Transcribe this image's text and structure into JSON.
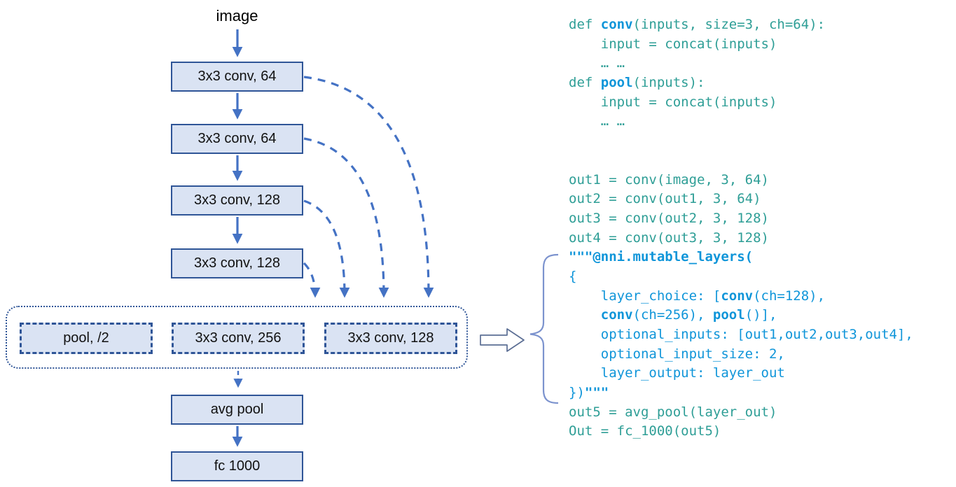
{
  "colors": {
    "box_fill": "#dae3f3",
    "box_border": "#2f5597",
    "arrow_blue": "#4472c4",
    "code_teal": "#2e9e96",
    "code_blue": "#0f95d9",
    "brace": "#7c93ce",
    "block_arrow_outline": "#5b6e94",
    "text_black": "#1a1a1a"
  },
  "diagram": {
    "input_label": "image",
    "conv_blocks": [
      "3x3 conv, 64",
      "3x3 conv, 64",
      "3x3 conv, 128",
      "3x3 conv, 128"
    ],
    "mutable_layer_choices": [
      "pool, /2",
      "3x3 conv, 256",
      "3x3 conv, 128"
    ],
    "tail_blocks": [
      "avg pool",
      "fc 1000"
    ]
  },
  "code": {
    "lines": [
      [
        {
          "t": "def ",
          "c": "teal"
        },
        {
          "t": "conv",
          "c": "blue",
          "b": true
        },
        {
          "t": "(inputs, size=3, ch=64):",
          "c": "teal"
        }
      ],
      [
        {
          "t": "    input = concat(inputs)",
          "c": "teal"
        }
      ],
      [
        {
          "t": "    … …",
          "c": "teal"
        }
      ],
      [
        {
          "t": "def ",
          "c": "teal"
        },
        {
          "t": "pool",
          "c": "blue",
          "b": true
        },
        {
          "t": "(inputs):",
          "c": "teal"
        }
      ],
      [
        {
          "t": "    input = concat(inputs)",
          "c": "teal"
        }
      ],
      [
        {
          "t": "    … …",
          "c": "teal"
        }
      ],
      [],
      [],
      [
        {
          "t": "out1 = conv(image, 3, 64)",
          "c": "teal"
        }
      ],
      [
        {
          "t": "out2 = conv(out1, 3, 64)",
          "c": "teal"
        }
      ],
      [
        {
          "t": "out3 = conv(out2, 3, 128)",
          "c": "teal"
        }
      ],
      [
        {
          "t": "out4 = conv(out3, 3, 128)",
          "c": "teal"
        }
      ],
      [
        {
          "t": "\"\"\"@nni.mutable_layers(",
          "c": "blue",
          "b": true
        }
      ],
      [
        {
          "t": "{",
          "c": "blue"
        }
      ],
      [
        {
          "t": "    layer_choice: [",
          "c": "blue"
        },
        {
          "t": "conv",
          "c": "blue",
          "b": true
        },
        {
          "t": "(ch=128),",
          "c": "blue"
        }
      ],
      [
        {
          "t": "    ",
          "c": "blue"
        },
        {
          "t": "conv",
          "c": "blue",
          "b": true
        },
        {
          "t": "(ch=256), ",
          "c": "blue"
        },
        {
          "t": "pool",
          "c": "blue",
          "b": true
        },
        {
          "t": "()],",
          "c": "blue"
        }
      ],
      [
        {
          "t": "    optional_inputs: [out1,out2,out3,out4],",
          "c": "blue"
        }
      ],
      [
        {
          "t": "    optional_input_size: 2,",
          "c": "blue"
        }
      ],
      [
        {
          "t": "    layer_output: layer_out",
          "c": "blue"
        }
      ],
      [
        {
          "t": "})",
          "c": "blue"
        },
        {
          "t": "\"\"\"",
          "c": "blue",
          "b": true
        }
      ],
      [
        {
          "t": "out5 = avg_pool(layer_out)",
          "c": "teal"
        }
      ],
      [
        {
          "t": "Out = fc_1000(out5)",
          "c": "teal"
        }
      ]
    ]
  }
}
